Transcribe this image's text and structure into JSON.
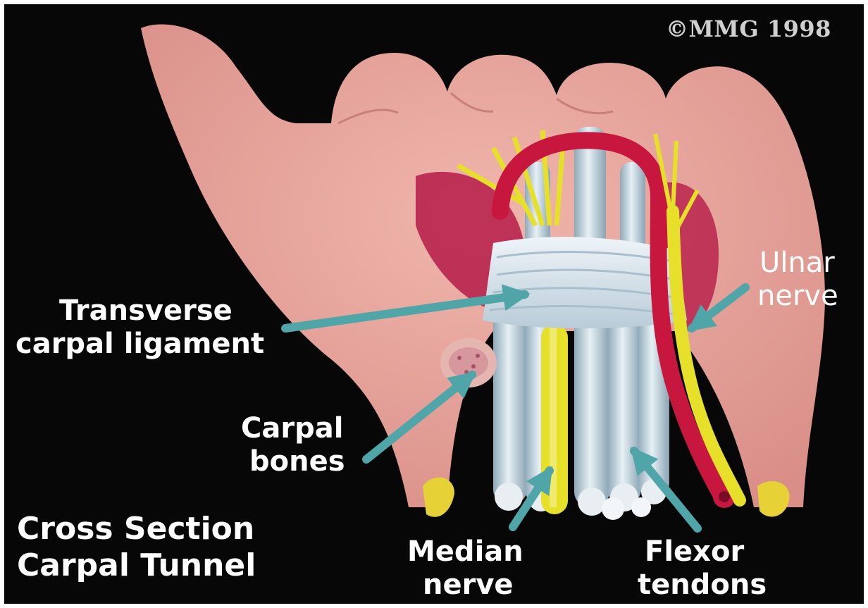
{
  "copyright": "©MMG 1998",
  "title": {
    "line1": "Cross Section",
    "line2": "Carpal Tunnel"
  },
  "labels": {
    "transverse_ligament": {
      "line1": "Transverse",
      "line2": "carpal ligament"
    },
    "ulnar_nerve": {
      "line1": "Ulnar",
      "line2": "nerve"
    },
    "carpal_bones": {
      "line1": "Carpal",
      "line2": "bones"
    },
    "median_nerve": {
      "line1": "Median",
      "line2": "nerve"
    },
    "flexor_tendons": {
      "line1": "Flexor",
      "line2": "tendons"
    }
  },
  "colors": {
    "background": "#070707",
    "skin": "#e9a79f",
    "muscle": "#b8234e",
    "ligament": "#d9e6ee",
    "tendon": "#b4cad6",
    "artery": "#c8173f",
    "nerve": "#e6e02a",
    "arrow": "#4fa5a8"
  }
}
